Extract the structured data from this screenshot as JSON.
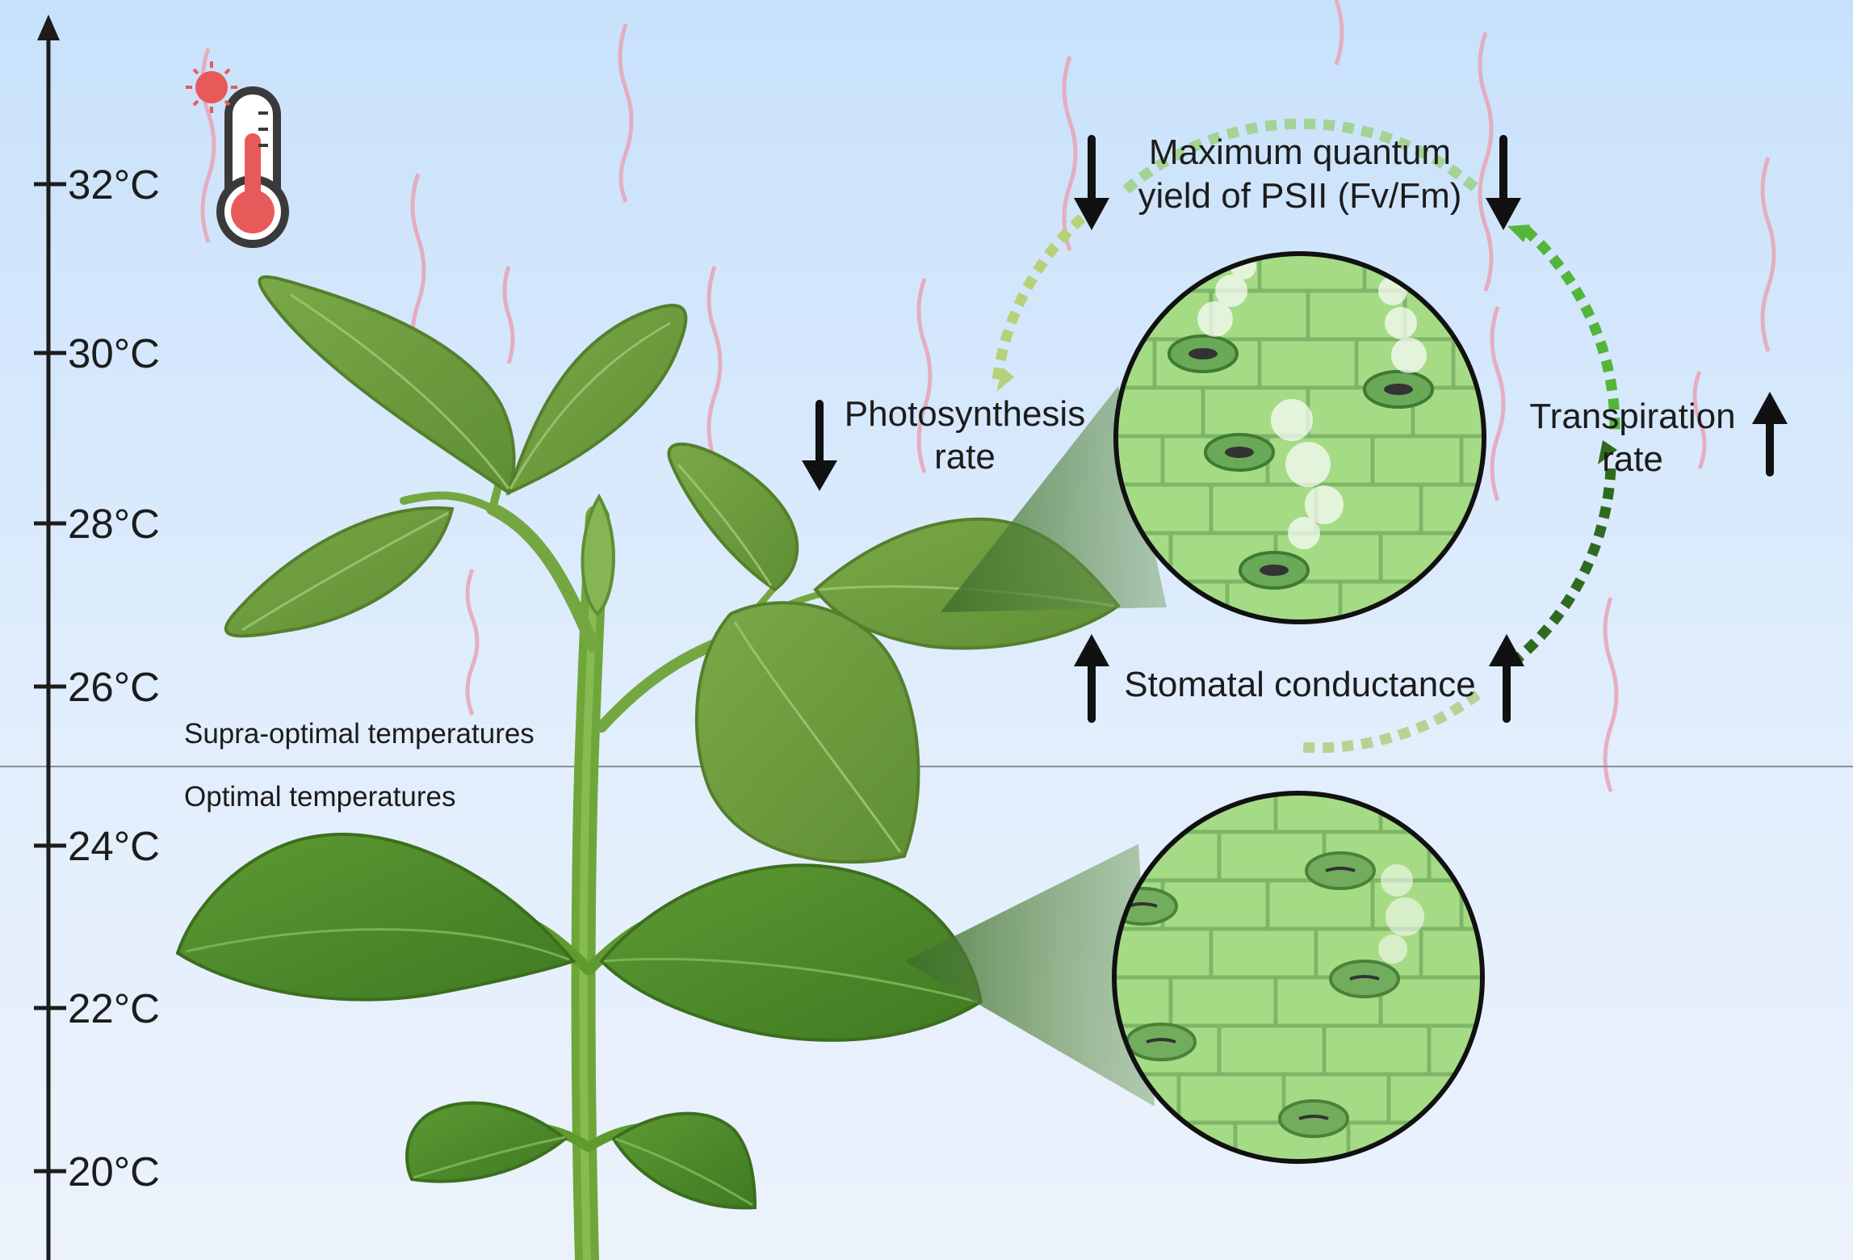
{
  "axis": {
    "ticks": [
      "32°C",
      "30°C",
      "28°C",
      "26°C",
      "24°C",
      "22°C",
      "20°C"
    ]
  },
  "zones": {
    "upper": "Supra-optimal temperatures",
    "lower": "Optimal temperatures"
  },
  "effects": {
    "fvfm": {
      "line1": "Maximum quantum",
      "line2": "yield of PSII (Fv/Fm)",
      "direction": "down"
    },
    "photosynthesis": {
      "line1": "Photosynthesis",
      "line2": "rate",
      "direction": "down"
    },
    "transpiration": {
      "line1": "Transpiration",
      "line2": "rate",
      "direction": "up"
    },
    "stomatal": {
      "line1": "Stomatal conductance",
      "direction": "up"
    }
  },
  "icons": {
    "thermometer": "thermometer-icon",
    "sun": "sun-icon"
  },
  "colors": {
    "sky_top": "#c9e2fb",
    "sky_bottom": "#eaf2fc",
    "leaf": "#6f9e3c",
    "leaf_dark": "#4f7f2a",
    "cell": "#a6db86",
    "heat_wave": "#e8a3b5",
    "thermo_red": "#e85a5a"
  }
}
